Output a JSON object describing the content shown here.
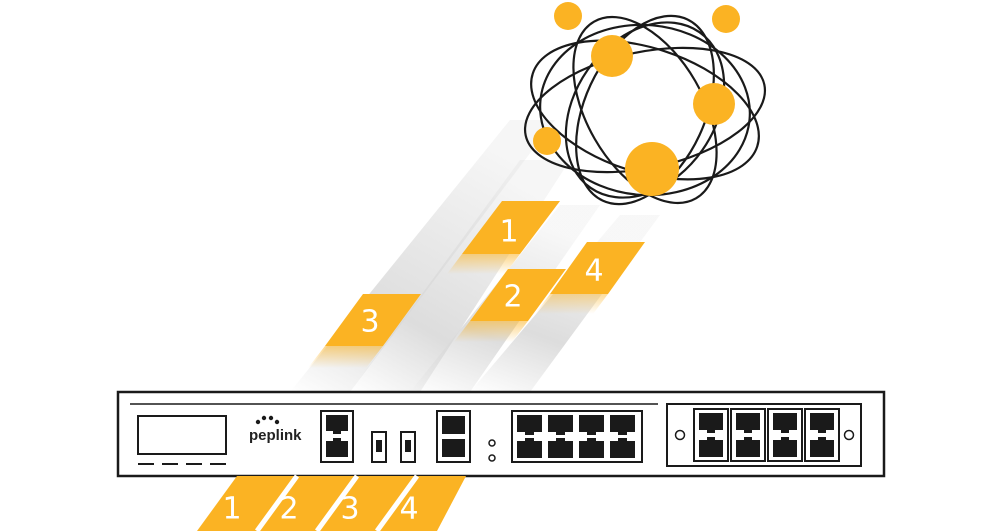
{
  "device": {
    "brand": "peplink"
  },
  "links": [
    {
      "label": "1"
    },
    {
      "label": "2"
    },
    {
      "label": "3"
    },
    {
      "label": "4"
    }
  ],
  "colors": {
    "accent": "#fbb323",
    "beam": "#d9d9d9",
    "outline": "#1a1a1a",
    "background": "#ffffff"
  },
  "icons": {
    "cloud": "globe-network-icon",
    "port": "ethernet-port-icon",
    "usb": "usb-port-icon",
    "led": "status-led-icon"
  }
}
